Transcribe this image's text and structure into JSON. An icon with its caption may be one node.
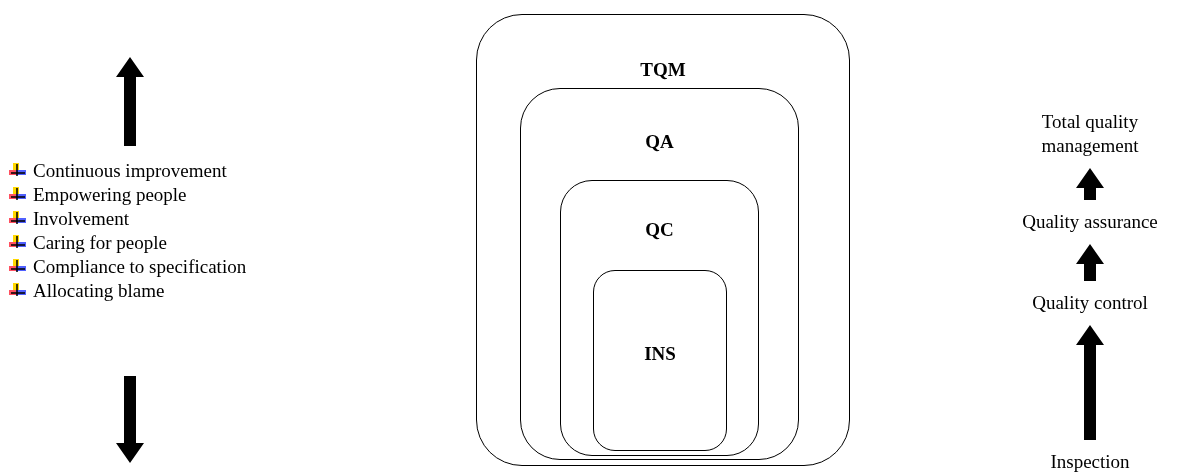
{
  "diagram": {
    "nodes": [
      {
        "text": [
          "TQM"
        ]
      },
      {
        "text": [
          "QA"
        ],
        "in": 0
      },
      {
        "text": [
          "QC"
        ],
        "in": 1
      },
      {
        "text": [
          "INS"
        ],
        "in": 2
      },
      {
        "text": [
          "Total quality management"
        ]
      },
      {
        "text": [
          "Quality assurance"
        ]
      },
      {
        "text": [
          "Quality control"
        ]
      },
      {
        "text": [
          "Inspection"
        ]
      }
    ],
    "edges": [
      {
        "from": 7,
        "to": 6,
        "arrow": "to",
        "style": "thick"
      },
      {
        "from": 6,
        "to": 5,
        "arrow": "to",
        "style": "thick"
      },
      {
        "from": 5,
        "to": 4,
        "arrow": "to",
        "style": "thick"
      }
    ],
    "labels": [
      "Continuous improvement",
      "Empowering people",
      "Involvement",
      "Caring for people",
      "Compliance to specification",
      "Allocating blame"
    ]
  }
}
